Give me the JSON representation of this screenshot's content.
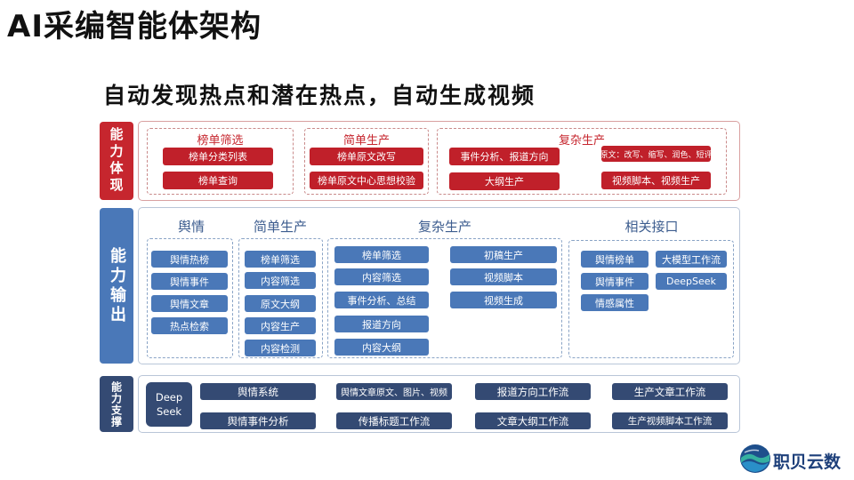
{
  "title": "AI采编智能体架构",
  "subtitle": "自动发现热点和潜在热点，自动生成视频",
  "rows": {
    "capability_show": {
      "label": "能力体现",
      "groups": [
        {
          "title": "榜单筛选",
          "items": [
            "榜单分类列表",
            "榜单查询"
          ]
        },
        {
          "title": "简单生产",
          "items": [
            "榜单原文改写",
            "榜单原文中心思想校验"
          ]
        },
        {
          "title": "复杂生产",
          "items": [
            "事件分析、报道方向",
            "原文：改写、缩写、润色、短评",
            "大纲生产",
            "视频脚本、视频生产"
          ]
        }
      ]
    },
    "capability_output": {
      "label": "能力输出",
      "groups": [
        {
          "title": "舆情",
          "items": [
            "舆情热榜",
            "舆情事件",
            "舆情文章",
            "热点检索"
          ]
        },
        {
          "title": "简单生产",
          "items": [
            "榜单筛选",
            "内容筛选",
            "原文大纲",
            "内容生产",
            "内容检测"
          ]
        },
        {
          "title": "复杂生产",
          "items": [
            "榜单筛选",
            "内容筛选",
            "事件分析、总结",
            "报道方向",
            "内容大纲",
            "初稿生产",
            "视频脚本",
            "视频生成"
          ]
        },
        {
          "title": "相关接口",
          "items": [
            "舆情榜单",
            "舆情事件",
            "情感属性",
            "大模型工作流",
            "DeepSeek"
          ]
        }
      ]
    },
    "capability_support": {
      "label": "能力支撑",
      "deepseek": "Deep Seek",
      "items": [
        "舆情系统",
        "舆情文章原文、图片、视频",
        "报道方向工作流",
        "生产文章工作流",
        "舆情事件分析",
        "传播标题工作流",
        "文章大纲工作流",
        "生产视频脚本工作流"
      ]
    }
  },
  "logo": {
    "text": "职贝云数",
    "icon": "wave-globe-icon"
  },
  "colors": {
    "red": "#c0202a",
    "blue": "#4a78b8",
    "navy": "#344a73"
  }
}
